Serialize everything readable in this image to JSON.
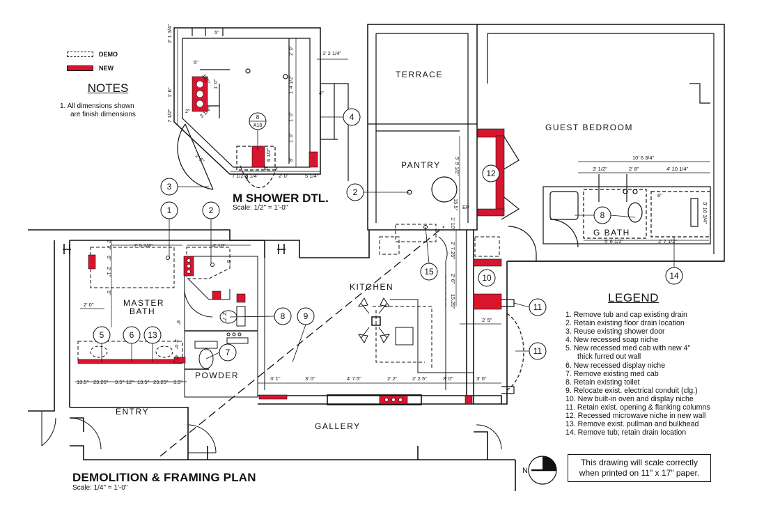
{
  "key": {
    "demo_label": "DEMO",
    "new_label": "NEW",
    "new_color": "#d8152f"
  },
  "notes": {
    "title": "NOTES",
    "items": [
      "1.  All dimensions shown",
      "are finish dimensions"
    ]
  },
  "legend": {
    "title": "LEGEND",
    "items": [
      "1.  Remove tub and cap existing drain",
      "2.  Retain existing floor drain location",
      "3.  Reuse existing shower door",
      "4.  New recessed soap niche",
      "5.  New recessed med cab with new 4\"",
      "     thick furred out wall",
      "6.  New recessed display niche",
      "7.  Remove existing med cab",
      "8.  Retain existing toilet",
      "9.  Relocate exist. electrical conduit (clg.)",
      "10. New built-in oven and display niche",
      "11. Retain exist. opening & flanking columns",
      "12. Recessed microwave niche in new wall",
      "13. Remove exist. pullman and bulkhead",
      "14. Remove tub; retain drain location"
    ]
  },
  "titles": {
    "plan_title": "DEMOLITION & FRAMING PLAN",
    "plan_scale": "Scale: 1/4\" = 1'-0\"",
    "detail_title": "M SHOWER DTL.",
    "detail_scale": "Scale: 1/2\" = 1'-0\"",
    "scale_note_line1": "This drawing will scale correctly",
    "scale_note_line2": "when printed on 11\" x 17\" paper.",
    "north": "N"
  },
  "rooms": {
    "terrace": "TERRACE",
    "guest_bedroom": "GUEST BEDROOM",
    "pantry": "PANTRY",
    "g_bath": "G BATH",
    "master_bath_1": "MASTER",
    "master_bath_2": "BATH",
    "kitchen": "KITCHEN",
    "powder": "POWDER",
    "entry": "ENTRY",
    "gallery": "GALLERY"
  },
  "callouts": [
    "1",
    "2",
    "2",
    "3",
    "4",
    "5",
    "6",
    "7",
    "8",
    "8",
    "9",
    "10",
    "11",
    "11",
    "12",
    "13",
    "14",
    "15"
  ],
  "detail_ref": {
    "number": "8",
    "sheet": "A18"
  },
  "dimensions": {
    "gb_overall": "10' 6 3/4\"",
    "gb_a": "3' 1/2\"",
    "gb_b": "2' 8\"",
    "gb_c": "4' 10 1/4\"",
    "gbath_a": "5' 6 1/2\"",
    "gbath_b": "2' 7 1/2\"",
    "gbath_c": "3' 10 3/4\"",
    "gbath_d": "6\"",
    "pantry_v": "5' 9 1/2\"",
    "pantry_v2": "15.5\"",
    "ep": "EP",
    "k_v1": "1' 10\"",
    "k_v2": "2' 7.25\"",
    "k_v3": "2' 6\"",
    "k_v4": "15.25\"",
    "k_h1": "2' 5\"",
    "mb_top_a": "7' 5 1/4\"",
    "mb_top_b": "4' 10\"",
    "mb_v1": "2' 7\"",
    "mb_v2": "6\"",
    "mb_v3": "2' 1\"",
    "mb_v4": "5\"",
    "mb_h": "2' 0\"",
    "mb_x1": "2' 7\"",
    "mb_x2": "2' 0\"",
    "mb_x3": "6\"",
    "mb_x4": "6\"",
    "mb_x5": "6\"",
    "mb_row": [
      "13.5\"",
      "23.25\"",
      "3.5\"",
      "12\"",
      "13.5\"",
      "23.25\"",
      "3.5\""
    ],
    "k_row": [
      "3' 1\"",
      "3' 0\"",
      "4' 7.5\"",
      "2' 2\"",
      "2' 2.5\"",
      "3' 0\"",
      "3' 0\""
    ],
    "sd_v1": "2' 1 3/4\"",
    "sd_v2": "1' 6\"",
    "sd_v3": "7 1/2\"",
    "sd_a": "5\"",
    "sd_b": "5\"",
    "sd_c": "135°",
    "sd_d": "1' 0\"",
    "sd_e": "2\"",
    "sd_f": "3 1/4\"",
    "sd_g": "2' 6\"",
    "sd_h": "6 1/2\"",
    "sd_i": "6\"",
    "sd_j": "2' 0\"",
    "sd_k": "1' 2 1/4\"",
    "sd_l": "1' 4 1/2\"",
    "sd_m": "1' 0\"",
    "sd_n": "1' 0\"",
    "sd_o": "8\"",
    "sd_p": "4\"",
    "sd_bottom": [
      "7 1/2\"",
      "8 1/4\"",
      "2' 0\"",
      "5 1/4\""
    ]
  }
}
